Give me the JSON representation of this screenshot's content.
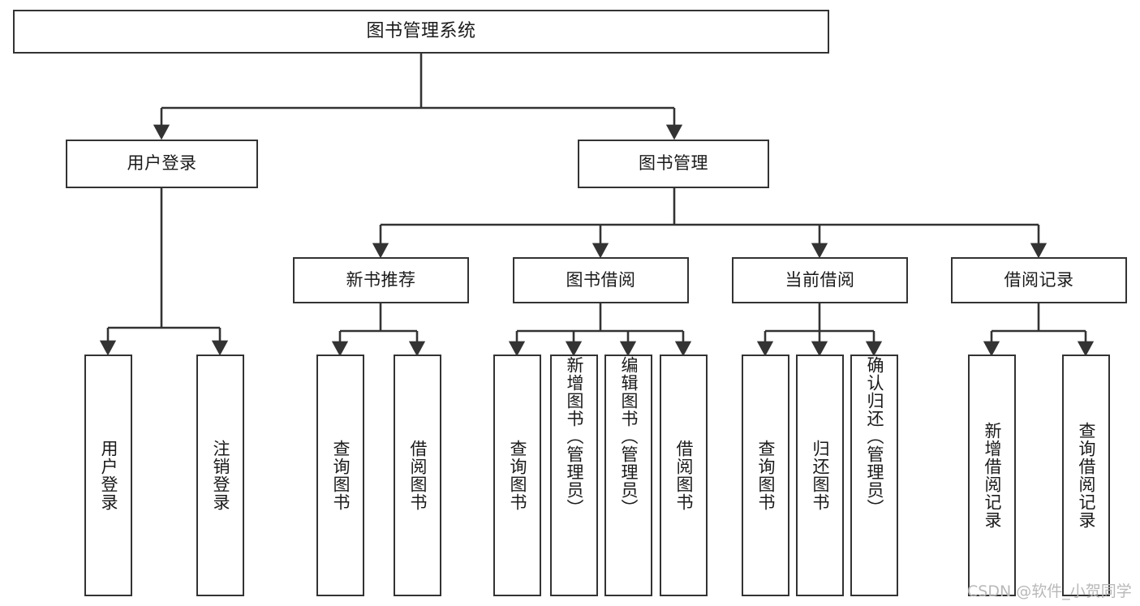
{
  "diagram": {
    "type": "tree-hierarchy",
    "title": "图书管理系统",
    "orientation": "top-down",
    "background_color": "#ffffff",
    "node_border_color": "#333333",
    "node_fill_color": "#ffffff",
    "edge_color": "#333333",
    "levels": 4
  },
  "nodes": {
    "root": {
      "label": "图书管理系统",
      "level": 1
    },
    "level2": [
      {
        "id": "user-login",
        "label": "用户登录",
        "level": 2
      },
      {
        "id": "book-management",
        "label": "图书管理",
        "level": 2
      }
    ],
    "level3": [
      {
        "id": "new-book-recommend",
        "label": "新书推荐",
        "level": 3,
        "parent": "book-management"
      },
      {
        "id": "book-borrow",
        "label": "图书借阅",
        "level": 3,
        "parent": "book-management"
      },
      {
        "id": "current-borrow",
        "label": "当前借阅",
        "level": 3,
        "parent": "book-management"
      },
      {
        "id": "borrow-record",
        "label": "借阅记录",
        "level": 3,
        "parent": "book-management"
      }
    ],
    "leaves": [
      {
        "id": "leaf-user-login",
        "label": "用户登录",
        "parent": "user-login"
      },
      {
        "id": "leaf-logout",
        "label": "注销登录",
        "parent": "user-login"
      },
      {
        "id": "leaf-query-book-1",
        "label": "查询图书",
        "parent": "new-book-recommend"
      },
      {
        "id": "leaf-borrow-book-1",
        "label": "借阅图书",
        "parent": "new-book-recommend"
      },
      {
        "id": "leaf-query-book-2",
        "label": "查询图书",
        "parent": "book-borrow"
      },
      {
        "id": "leaf-add-book",
        "label": "新增图书（管理员）",
        "parent": "book-borrow"
      },
      {
        "id": "leaf-edit-book",
        "label": "编辑图书（管理员）",
        "parent": "book-borrow"
      },
      {
        "id": "leaf-borrow-book-2",
        "label": "借阅图书",
        "parent": "book-borrow"
      },
      {
        "id": "leaf-query-book-3",
        "label": "查询图书",
        "parent": "current-borrow"
      },
      {
        "id": "leaf-return-book",
        "label": "归还图书",
        "parent": "current-borrow"
      },
      {
        "id": "leaf-confirm-return",
        "label": "确认归还（管理员）",
        "parent": "current-borrow"
      },
      {
        "id": "leaf-add-record",
        "label": "新增借阅记录",
        "parent": "borrow-record"
      },
      {
        "id": "leaf-query-record",
        "label": "查询借阅记录",
        "parent": "borrow-record"
      }
    ]
  },
  "watermark": {
    "text": "CSDN @软件_小贺同学"
  }
}
